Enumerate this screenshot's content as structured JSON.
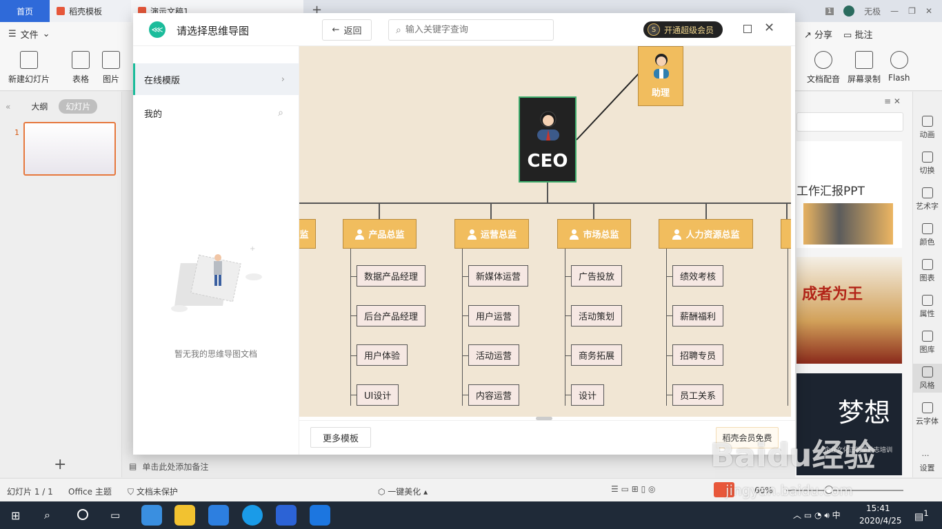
{
  "titlebar": {
    "tabs": [
      {
        "label": "首页"
      },
      {
        "label": "稻壳模板"
      },
      {
        "label": "演示文稿1"
      }
    ],
    "user": "无极",
    "badge": "1"
  },
  "ribbon": {
    "file_label": "文件",
    "buttons": [
      {
        "label": "新建幻灯片"
      },
      {
        "label": "表格"
      },
      {
        "label": "图片"
      }
    ],
    "share": "分享",
    "comment": "批注",
    "right_buttons": [
      {
        "label": "文档配音"
      },
      {
        "label": "屏幕录制"
      },
      {
        "label": "Flash"
      }
    ]
  },
  "leftpane": {
    "tab_outline": "大纲",
    "tab_slides": "幻灯片",
    "slide_number": "1",
    "notes_placeholder": "单击此处添加备注"
  },
  "rightpanel": {
    "tpl1_text": "工作汇报PPT",
    "tpl2_text": "成者为王",
    "tpl3_text": "梦想",
    "tpl3_sub": "企业文化正能量励志培训"
  },
  "sidebar": [
    {
      "label": "动画"
    },
    {
      "label": "切换"
    },
    {
      "label": "艺术字"
    },
    {
      "label": "颜色"
    },
    {
      "label": "图表"
    },
    {
      "label": "属性"
    },
    {
      "label": "图库"
    },
    {
      "label": "风格"
    },
    {
      "label": "云字体"
    },
    {
      "label": "设置"
    }
  ],
  "statusbar": {
    "slide_info": "幻灯片 1 / 1",
    "theme": "Office 主题",
    "protect": "文档未保护",
    "beautify": "一键美化",
    "zoom": "60%"
  },
  "taskbar": {
    "time": "15:41",
    "date": "2020/4/25",
    "notif_count": "1"
  },
  "modal": {
    "title": "请选择思维导图",
    "back": "返回",
    "search_placeholder": "输入关键字查询",
    "vip": "开通超级会员",
    "nav_online": "在线模版",
    "nav_mine": "我的",
    "empty_text": "暂无我的思维导图文档",
    "more_templates": "更多模板",
    "free_button": "稻壳会员免费"
  },
  "orgchart": {
    "ceo": "CEO",
    "assistant": "助理",
    "partial_left": "监",
    "departments": [
      {
        "name": "产品总监",
        "subs": [
          "数据产品经理",
          "后台产品经理",
          "用户体验",
          "UI设计"
        ]
      },
      {
        "name": "运营总监",
        "subs": [
          "新媒体运营",
          "用户运营",
          "活动运营",
          "内容运营"
        ]
      },
      {
        "name": "市场总监",
        "subs": [
          "广告投放",
          "活动策划",
          "商务拓展",
          "设计"
        ]
      },
      {
        "name": "人力资源总监",
        "subs": [
          "绩效考核",
          "薪酬福利",
          "招聘专员",
          "员工关系"
        ]
      }
    ]
  },
  "watermark": {
    "text": "Baidu经验",
    "url": "jingyan.baidu.com"
  },
  "colors": {
    "accent": "#1bbc9b",
    "home_tab": "#2f6ad9",
    "org_box": "#f1bd5e",
    "preview_bg": "#f1e6d4"
  }
}
